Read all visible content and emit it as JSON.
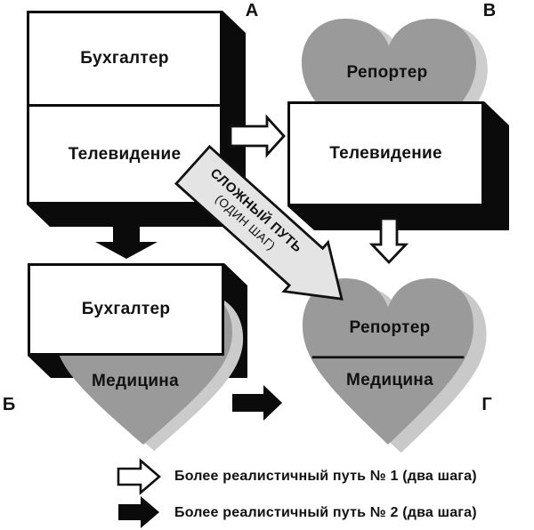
{
  "title": "Diagram of career-change paths (boxes = professions, hearts = desired fields)",
  "letters": {
    "a": "А",
    "b": "Б",
    "v": "В",
    "g": "Г"
  },
  "node_a": {
    "top": "Бухгалтер",
    "bottom": "Телевидение"
  },
  "node_b": {
    "box": "Бухгалтер",
    "heart": "Медицина"
  },
  "node_v": {
    "heart": "Репортер",
    "box": "Телевидение"
  },
  "node_g": {
    "top": "Репортер",
    "bottom": "Медицина"
  },
  "hard_path": {
    "line1": "СЛОЖНЫЙ ПУТЬ",
    "line2": "(ОДИН ШАГ)"
  },
  "legend": {
    "item1": "Более реалистичный путь № 1 (два шага)",
    "item2": "Более реалистичный путь № 2 (два шага)"
  },
  "colors": {
    "heart_gray": "#9a9a9a",
    "heart_shadow_gray": "#cbcbcb",
    "ribbon_gray": "#e4e4e4",
    "box_shadow_black": "#0b0b0b",
    "outline_black": "#111111",
    "background": "#ffffff"
  }
}
